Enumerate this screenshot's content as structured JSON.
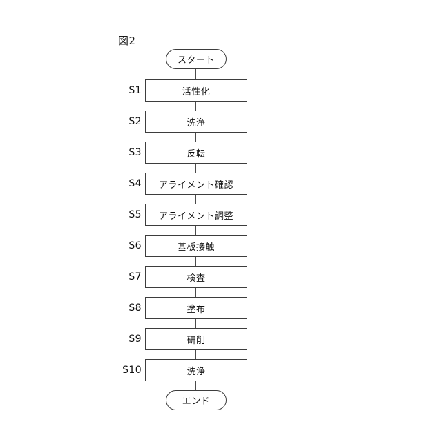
{
  "figure": {
    "title": "図2",
    "type": "flowchart",
    "orientation": "vertical",
    "background_color": "#ffffff",
    "line_color": "#3d3d3d",
    "text_color": "#0f0f0f"
  },
  "terminals": {
    "start": {
      "label": "スタート",
      "shape": "rounded"
    },
    "end": {
      "label": "エンド",
      "shape": "rounded"
    }
  },
  "steps": [
    {
      "id": "S1",
      "label": "活性化"
    },
    {
      "id": "S2",
      "label": "洗浄"
    },
    {
      "id": "S3",
      "label": "反転"
    },
    {
      "id": "S4",
      "label": "アライメント確認"
    },
    {
      "id": "S5",
      "label": "アライメント調整"
    },
    {
      "id": "S6",
      "label": "基板接触"
    },
    {
      "id": "S7",
      "label": "検査"
    },
    {
      "id": "S8",
      "label": "塗布"
    },
    {
      "id": "S9",
      "label": "研削"
    },
    {
      "id": "S10",
      "label": "洗浄"
    }
  ]
}
